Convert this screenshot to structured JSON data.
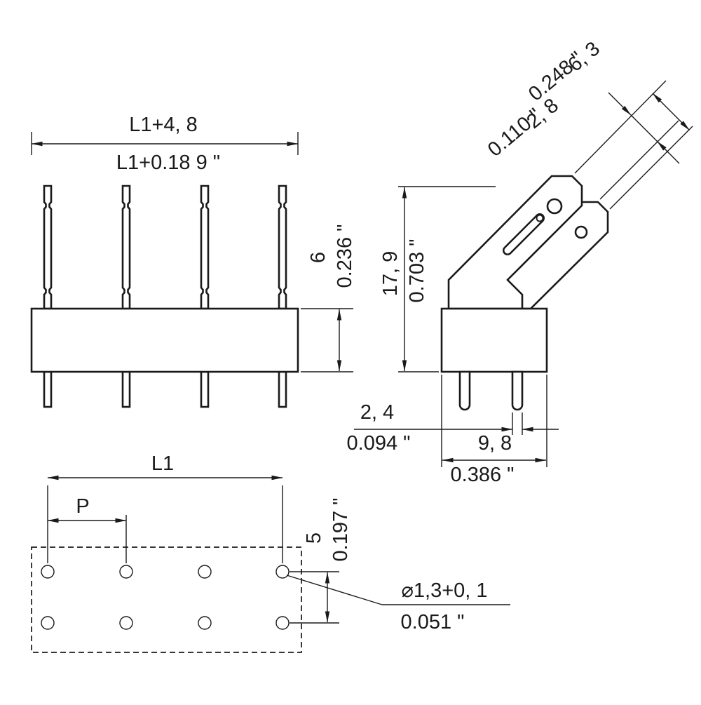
{
  "views": {
    "front": {
      "overall_width_mm": "L1+4, 8",
      "overall_width_inch": "L1+0.18 9 \"",
      "body_height_mm": "6",
      "body_height_inch": "0.236 \""
    },
    "side": {
      "tab_width_mm": "6, 3",
      "tab_width_inch": "0.248 \"",
      "tab_thickness_mm": "2, 8",
      "tab_thickness_inch": "0.110 \"",
      "total_height_mm": "17, 9",
      "total_height_inch": "0.703 \"",
      "pin_width_mm": "2, 4",
      "pin_width_inch": "0.094 \"",
      "base_width_mm": "9, 8",
      "base_width_inch": "0.386 \""
    },
    "footprint": {
      "length_label": "L1",
      "pitch_label": "P",
      "row_spacing_mm": "5",
      "row_spacing_inch": "0.197 \"",
      "hole_diameter_mm": "⌀1,3+0, 1",
      "hole_diameter_inch": "0.051 \""
    }
  },
  "colors": {
    "line": "#1a1a1a",
    "background": "#ffffff"
  }
}
